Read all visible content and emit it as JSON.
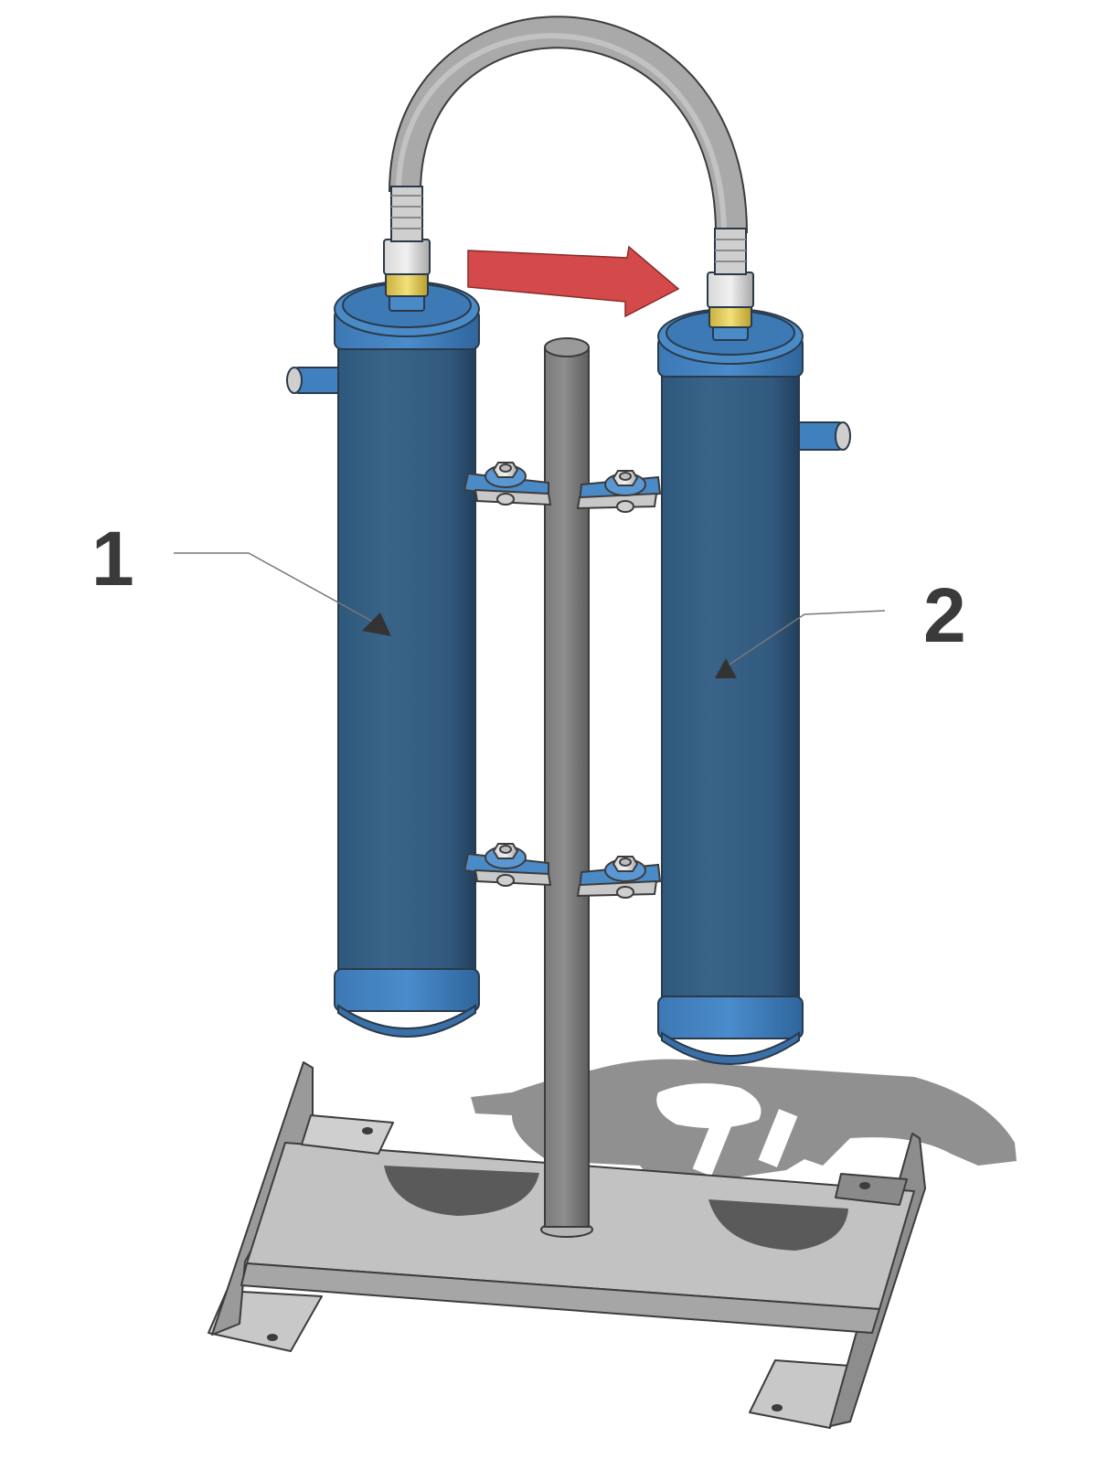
{
  "callouts": [
    {
      "id": "1",
      "label": "1"
    },
    {
      "id": "2",
      "label": "2"
    }
  ],
  "colors": {
    "background": "#ffffff",
    "cylinder_blue": "#365d80",
    "cylinder_blue_dark": "#264a6a",
    "cap_blue": "#3f7fbf",
    "arrow_red": "#d44a4a",
    "hose_gray": "#a8a8a8",
    "brass": "#e8d26a",
    "steel_light": "#c4c4c4",
    "steel_dark": "#8a8a8a",
    "shadow": "#909090",
    "label_text": "#3a3a3a",
    "leader_line": "#777777"
  },
  "icons": {
    "flow_arrow": "arrow-right-icon",
    "leader_pointer": "triangle-pointer-icon"
  }
}
